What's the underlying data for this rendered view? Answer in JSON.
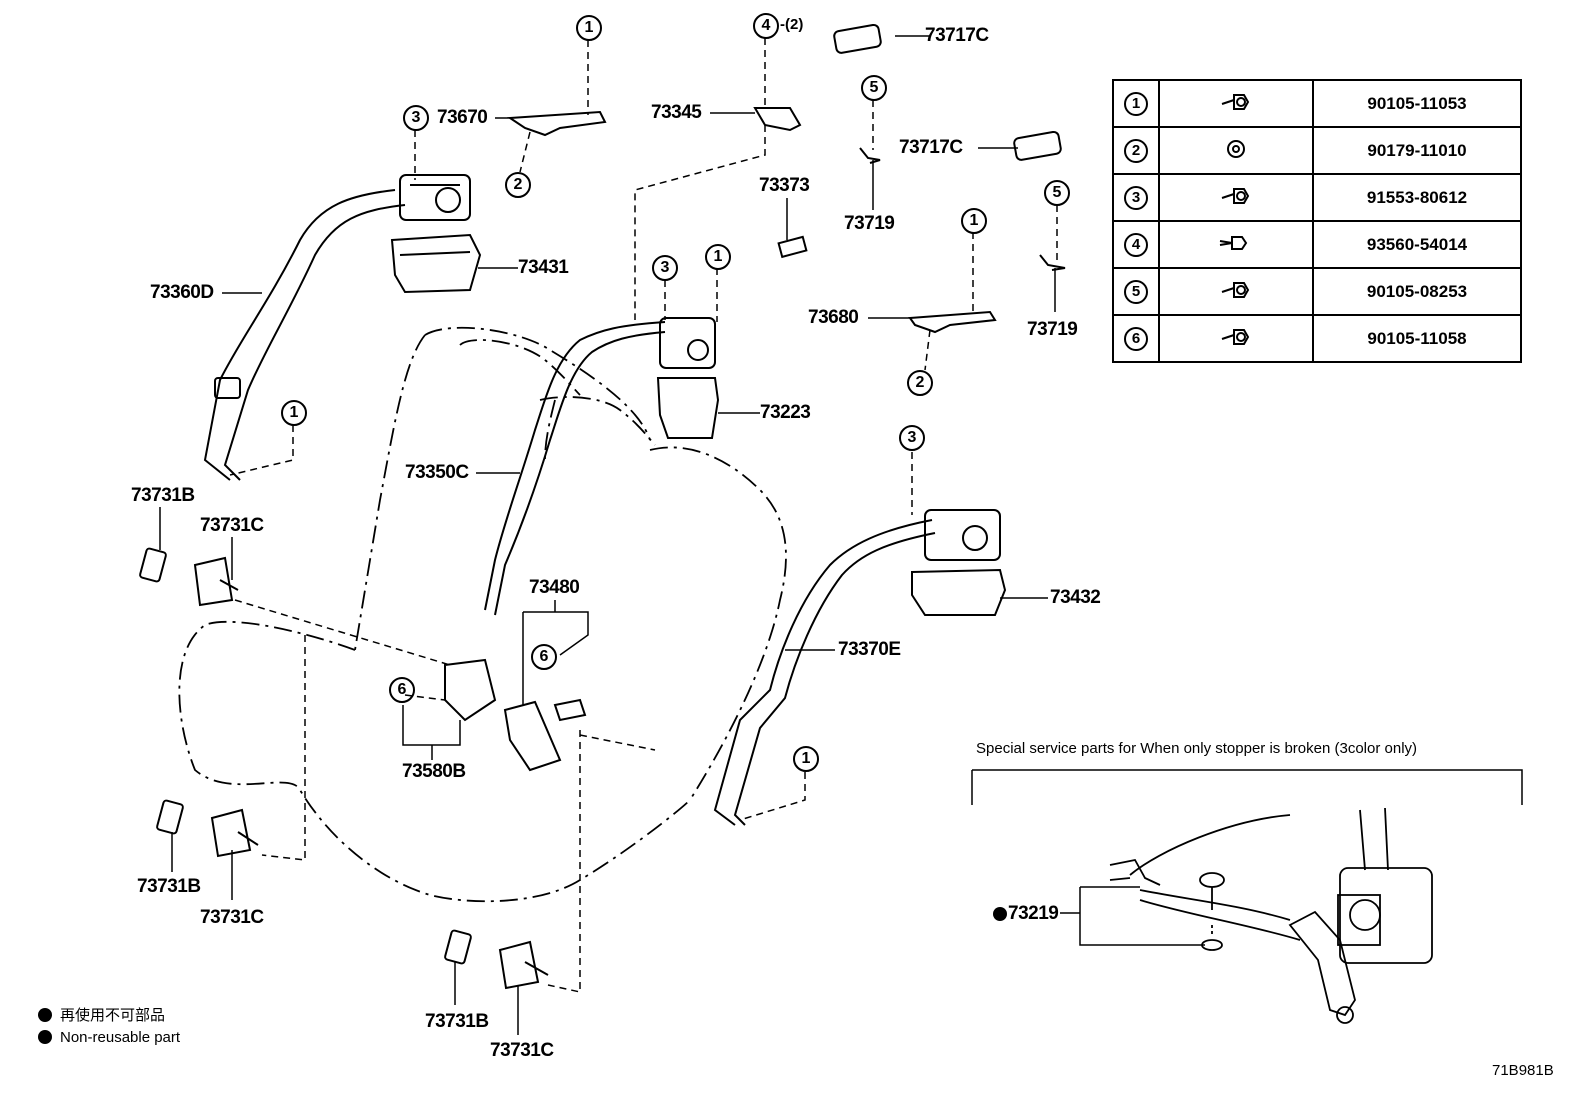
{
  "parts": {
    "p73717C_a": "73717C",
    "p73717C_b": "73717C",
    "p73670": "73670",
    "p73345": "73345",
    "p73373": "73373",
    "p73719_a": "73719",
    "p73719_b": "73719",
    "p73680": "73680",
    "p73360D": "73360D",
    "p73431": "73431",
    "p73223": "73223",
    "p73350C": "73350C",
    "p73731B_a": "73731B",
    "p73731C_a": "73731C",
    "p73731B_b": "73731B",
    "p73731C_b": "73731C",
    "p73731B_c": "73731B",
    "p73731C_c": "73731C",
    "p73480": "73480",
    "p73580B": "73580B",
    "p73432": "73432",
    "p73370E": "73370E",
    "p73219": "73219"
  },
  "callouts": {
    "c1": "1",
    "c2": "2",
    "c3": "3",
    "c4": "4",
    "c5": "5",
    "c6": "6",
    "qty4": "-(2)"
  },
  "fastener_table": [
    {
      "ref": "1",
      "part": "90105-11053"
    },
    {
      "ref": "2",
      "part": "90179-11010"
    },
    {
      "ref": "3",
      "part": "91553-80612"
    },
    {
      "ref": "4",
      "part": "93560-54014"
    },
    {
      "ref": "5",
      "part": "90105-08253"
    },
    {
      "ref": "6",
      "part": "90105-11058"
    }
  ],
  "special_note": "Special service parts for When only stopper is broken (3color only)",
  "legend": {
    "jp": "再使用不可部品",
    "en": "Non-reusable part"
  },
  "diagram_id": "71B981B"
}
